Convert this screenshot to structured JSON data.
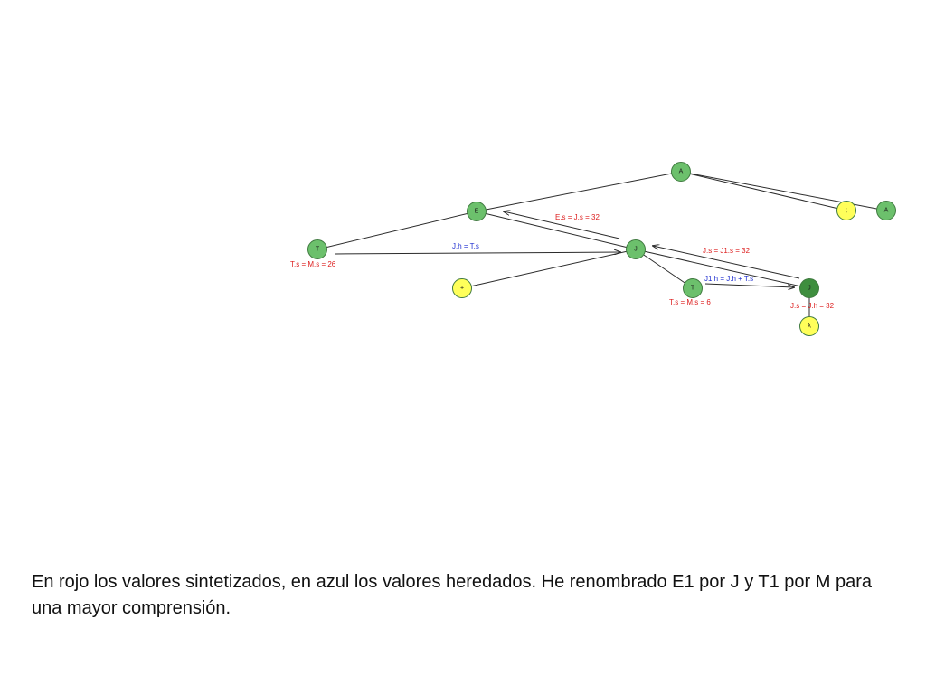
{
  "colors": {
    "node_green": "#6cc06c",
    "node_dark_green": "#3e8e3e",
    "node_yellow": "#ffff5a",
    "synthesized_red": "#dd2020",
    "inherited_blue": "#2030d0"
  },
  "nodes": {
    "A_root": "A",
    "E": "E",
    "semicolon": ";",
    "A_right": "A",
    "T_left": "T",
    "J_mid": "J",
    "plus": "+",
    "T_mid": "T",
    "J_right": "J",
    "lambda": "λ"
  },
  "labels": {
    "es": "E.s = J.s = 32",
    "ts_left": "T.s = M.s = 26",
    "jh": "J.h = T.s",
    "js_j1s": "J.s = J1.s = 32",
    "j1h": "J1.h = J.h + T.s",
    "ts_mid": "T.s = M.s = 6",
    "js_jh": "J.s = J.h = 32"
  },
  "caption": "En rojo los valores sintetizados, en azul los valores heredados. He renombrado E1 por J y T1 por M para una mayor comprensión."
}
